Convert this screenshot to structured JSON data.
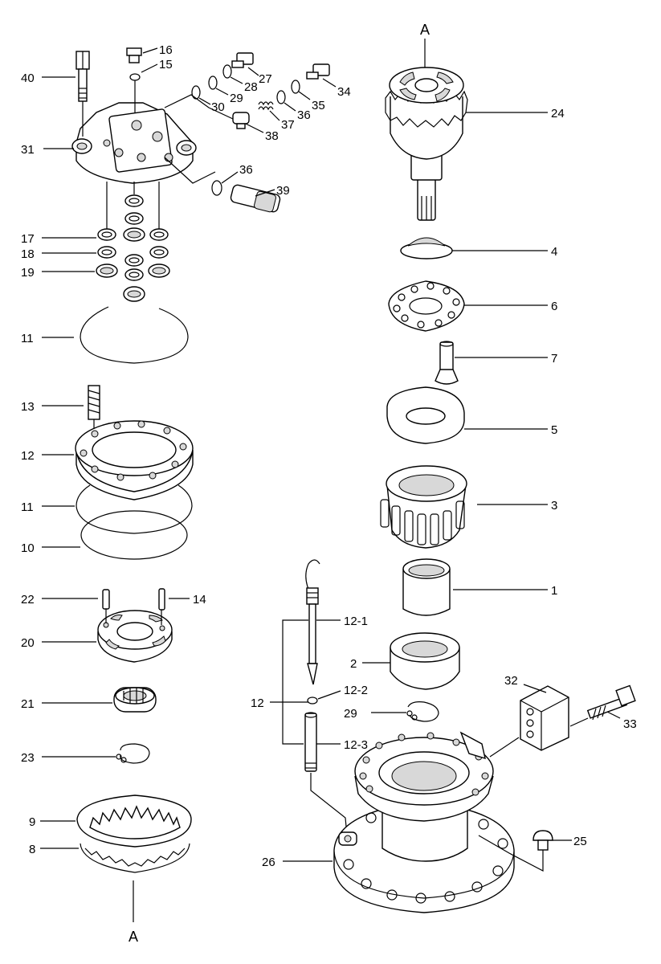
{
  "labels": [
    {
      "id": "16",
      "text": "16"
    },
    {
      "id": "15",
      "text": "15"
    },
    {
      "id": "40",
      "text": "40"
    },
    {
      "id": "27",
      "text": "27"
    },
    {
      "id": "28",
      "text": "28"
    },
    {
      "id": "29a",
      "text": "29"
    },
    {
      "id": "30",
      "text": "30"
    },
    {
      "id": "34",
      "text": "34"
    },
    {
      "id": "35",
      "text": "35"
    },
    {
      "id": "36a",
      "text": "36"
    },
    {
      "id": "37",
      "text": "37"
    },
    {
      "id": "38",
      "text": "38"
    },
    {
      "id": "31",
      "text": "31"
    },
    {
      "id": "36b",
      "text": "36"
    },
    {
      "id": "39",
      "text": "39"
    },
    {
      "id": "17",
      "text": "17"
    },
    {
      "id": "18",
      "text": "18"
    },
    {
      "id": "19",
      "text": "19"
    },
    {
      "id": "11a",
      "text": "11"
    },
    {
      "id": "13",
      "text": "13"
    },
    {
      "id": "12a",
      "text": "12"
    },
    {
      "id": "11b",
      "text": "11"
    },
    {
      "id": "10",
      "text": "10"
    },
    {
      "id": "22",
      "text": "22"
    },
    {
      "id": "14",
      "text": "14"
    },
    {
      "id": "20",
      "text": "20"
    },
    {
      "id": "21",
      "text": "21"
    },
    {
      "id": "23",
      "text": "23"
    },
    {
      "id": "9",
      "text": "9"
    },
    {
      "id": "8",
      "text": "8"
    },
    {
      "id": "A_bottom",
      "text": "A"
    },
    {
      "id": "A_top",
      "text": "A"
    },
    {
      "id": "24",
      "text": "24"
    },
    {
      "id": "4",
      "text": "4"
    },
    {
      "id": "6",
      "text": "6"
    },
    {
      "id": "7",
      "text": "7"
    },
    {
      "id": "5",
      "text": "5"
    },
    {
      "id": "3",
      "text": "3"
    },
    {
      "id": "1",
      "text": "1"
    },
    {
      "id": "12-1",
      "text": "12-1"
    },
    {
      "id": "2",
      "text": "2"
    },
    {
      "id": "12b",
      "text": "12"
    },
    {
      "id": "12-2",
      "text": "12-2"
    },
    {
      "id": "29b",
      "text": "29"
    },
    {
      "id": "12-3",
      "text": "12-3"
    },
    {
      "id": "32",
      "text": "32"
    },
    {
      "id": "33",
      "text": "33"
    },
    {
      "id": "25",
      "text": "25"
    },
    {
      "id": "26",
      "text": "26"
    }
  ]
}
